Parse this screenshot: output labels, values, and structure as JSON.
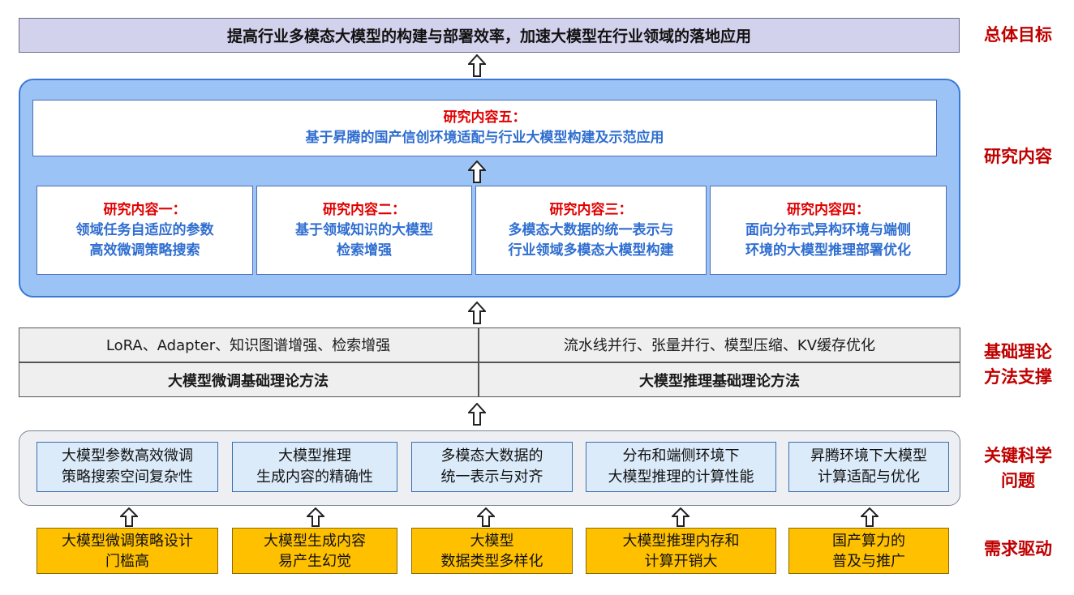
{
  "goal": {
    "text": "提高行业多模态大模型的构建与部署效率，加速大模型在行业领域的落地应用",
    "side_label": "总体目标"
  },
  "research": {
    "side_label": "研究内容",
    "content_five": {
      "title": "研究内容五：",
      "body": "基于昇腾的国产信创环境适配与行业大模型构建及示范应用"
    },
    "items": [
      {
        "title": "研究内容一：",
        "line1": "领域任务自适应的参数",
        "line2": "高效微调策略搜索"
      },
      {
        "title": "研究内容二：",
        "line1": "基于领域知识的大模型",
        "line2": "检索增强"
      },
      {
        "title": "研究内容三：",
        "line1": "多模态大数据的统一表示与",
        "line2": "行业领域多模态大模型构建"
      },
      {
        "title": "研究内容四：",
        "line1": "面向分布式异构环境与端侧",
        "line2": "环境的大模型推理部署优化"
      }
    ]
  },
  "theory": {
    "side_label_line1": "基础理论",
    "side_label_line2": "方法支撑",
    "left_top": "LoRA、Adapter、知识图谱增强、检索增强",
    "right_top": "流水线并行、张量并行、模型压缩、KV缓存优化",
    "left_bottom": "大模型微调基础理论方法",
    "right_bottom": "大模型推理基础理论方法"
  },
  "problems": {
    "side_label_line1": "关键科学",
    "side_label_line2": "问题",
    "items": [
      {
        "line1": "大模型参数高效微调",
        "line2": "策略搜索空间复杂性"
      },
      {
        "line1": "大模型推理",
        "line2": "生成内容的精确性"
      },
      {
        "line1": "多模态大数据的",
        "line2": "统一表示与对齐"
      },
      {
        "line1": "分布和端侧环境下",
        "line2": "大模型推理的计算性能"
      },
      {
        "line1": "昇腾环境下大模型",
        "line2": "计算适配与优化"
      }
    ]
  },
  "demand": {
    "side_label": "需求驱动",
    "items": [
      {
        "line1": "大模型微调策略设计",
        "line2": "门槛高"
      },
      {
        "line1": "大模型生成内容",
        "line2": "易产生幻觉"
      },
      {
        "line1": "大模型",
        "line2": "数据类型多样化"
      },
      {
        "line1": "大模型推理内存和",
        "line2": "计算开销大"
      },
      {
        "line1": "国产算力的",
        "line2": "普及与推广"
      }
    ]
  },
  "colors": {
    "side_label": "#c00000",
    "title_red": "#e00000",
    "body_blue": "#2f6ed0",
    "goal_bg": "#d3d2ec",
    "panel_blue": "#9cc3f5",
    "problem_bg": "#dcebfa",
    "demand_bg": "#ffc000"
  },
  "icons": {
    "arrow": "hollow-up-arrow-icon"
  }
}
